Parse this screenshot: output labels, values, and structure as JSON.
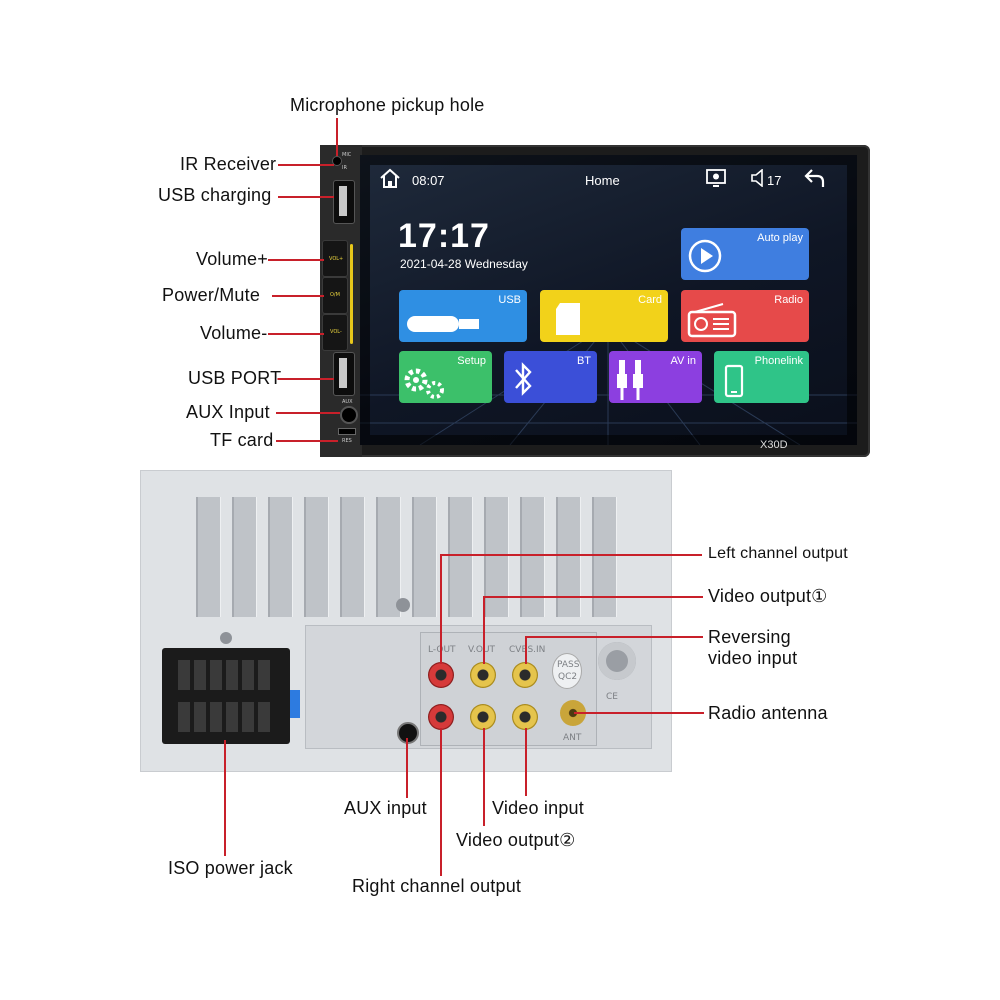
{
  "front_callouts": {
    "mic": "Microphone pickup hole",
    "ir": "IR Receiver",
    "usb_charging": "USB charging",
    "vol_up": "Volume+",
    "power_mute": "Power/Mute",
    "vol_down": "Volume-",
    "usb_port": "USB PORT",
    "aux": "AUX Input",
    "tf": "TF card"
  },
  "side_panel": {
    "mic_label": "MIC",
    "ir_label": "IR",
    "vol_plus": "VOL+",
    "power": "O/M",
    "vol_minus": "VOL-",
    "aux": "AUX",
    "res": "RES"
  },
  "screen": {
    "time_small": "08:07",
    "home_title": "Home",
    "volume_level": "17",
    "clock": "17:17",
    "date": "2021-04-28  Wednesday",
    "tiles": {
      "autoplay": "Auto play",
      "usb": "USB",
      "card": "Card",
      "radio": "Radio",
      "setup": "Setup",
      "bt": "BT",
      "avin": "AV in",
      "phonelink": "Phonelink"
    },
    "model": "X30D"
  },
  "rear_callouts": {
    "left_channel": "Left channel output",
    "video_out1": "Video output①",
    "reversing": "Reversing",
    "reversing2": "video input",
    "antenna": "Radio antenna",
    "aux_input": "AUX input",
    "video_input": "Video input",
    "video_out2": "Video output②",
    "iso_power": "ISO power jack",
    "right_channel": "Right channel output"
  },
  "rear_labels": {
    "lout": "L-OUT",
    "vout": "V.OUT",
    "cvbsin": "CVBS.IN",
    "pass": "PASS",
    "qc": "QC2",
    "ant": "ANT",
    "ce": "CE"
  },
  "colors": {
    "accent_line": "#c8202a",
    "tile_autoplay": "#3f7ee0",
    "tile_usb": "#2f8fe3",
    "tile_card": "#f2d21a",
    "tile_radio": "#e64a4a",
    "tile_setup": "#3cc06a",
    "tile_bt": "#3b4fd8",
    "tile_avin": "#8c3fe0",
    "tile_phonelink": "#2fc488"
  }
}
